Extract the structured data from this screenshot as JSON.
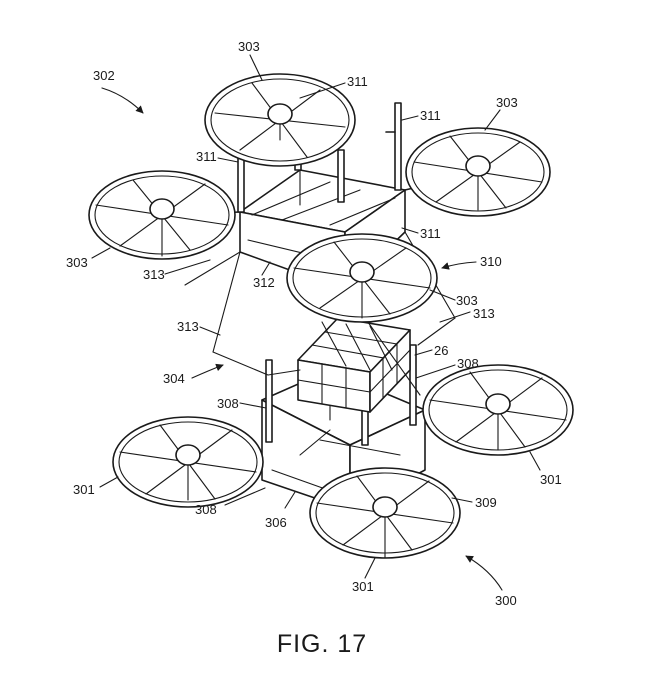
{
  "figure": {
    "caption": "FIG. 17"
  },
  "labels": {
    "l303a": "303",
    "l302": "302",
    "l311a": "311",
    "l311b": "311",
    "l303b": "303",
    "l311c": "311",
    "l303c": "303",
    "l311d": "311",
    "l313a": "313",
    "l312": "312",
    "l310": "310",
    "l303d": "303",
    "l313b": "313",
    "l313c": "313",
    "l26": "26",
    "l304": "304",
    "l308a": "308",
    "l308b": "308",
    "l301a": "301",
    "l301b": "301",
    "l308c": "308",
    "l306": "306",
    "l309": "309",
    "l301c": "301",
    "l300": "300"
  }
}
